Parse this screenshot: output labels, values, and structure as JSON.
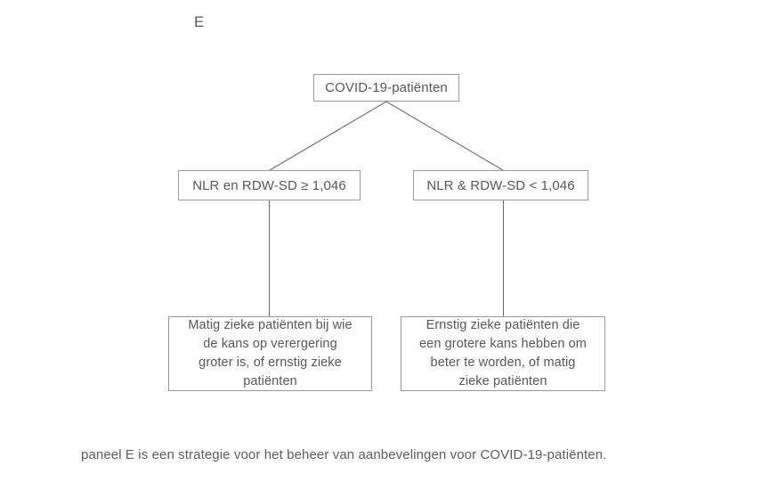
{
  "panel": {
    "letter": "E"
  },
  "diagram": {
    "type": "flowchart",
    "root": {
      "label": "COVID-19-patiënten"
    },
    "branches": [
      {
        "condition": "NLR en RDW-SD ≥ 1,046",
        "outcome": "Matig zieke patiënten bij wie\nde kans op verergering\ngroter is, of ernstig zieke\npatiënten"
      },
      {
        "condition": "NLR & RDW-SD < 1,046",
        "outcome": "Ernstig zieke patiënten die\neen grotere kans hebben om\nbeter te worden, of matig\nzieke patiënten"
      }
    ]
  },
  "caption": {
    "text": "paneel E is een strategie voor het beheer van aanbevelingen voor COVID-19-patiënten."
  },
  "colors": {
    "box_border": "#9a9a9d",
    "connector": "#6e6e72",
    "text": "#58585c",
    "background": "#ffffff"
  }
}
